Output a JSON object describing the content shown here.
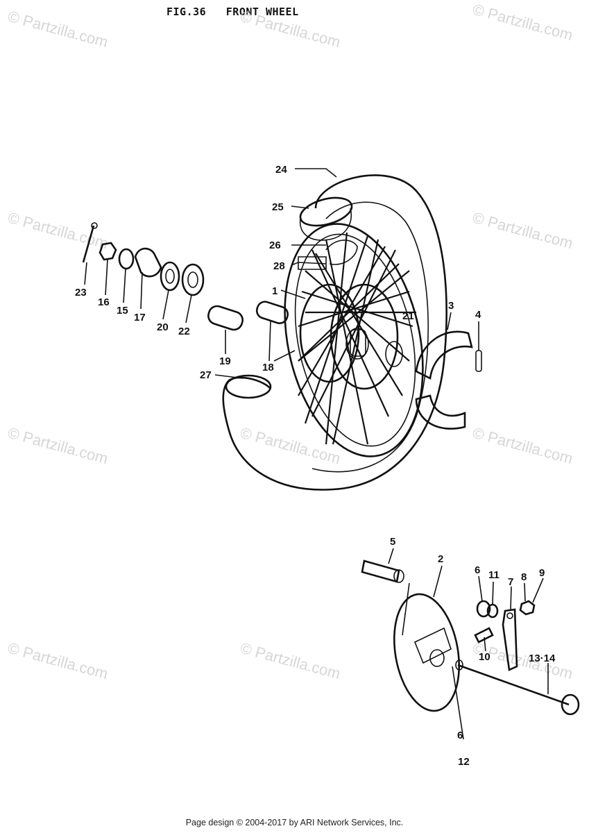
{
  "figure": {
    "title": "FIG.36   FRONT WHEEL"
  },
  "watermark": {
    "text": "© Partzilla.com"
  },
  "callouts": {
    "c1": "1",
    "c2": "2",
    "c3": "3",
    "c4": "4",
    "c5": "5",
    "c6": "6",
    "c6b": "6",
    "c7": "7",
    "c8": "8",
    "c9": "9",
    "c10": "10",
    "c11": "11",
    "c12": "12",
    "c13_14": "13·14",
    "c15": "15",
    "c16": "16",
    "c17": "17",
    "c18": "18",
    "c19": "19",
    "c20": "20",
    "c21": "21",
    "c22": "22",
    "c23": "23",
    "c24": "24",
    "c25": "25",
    "c26": "26",
    "c27": "27",
    "c28": "28"
  },
  "footer": {
    "copyright": "Page design © 2004-2017 by ARI Network Services, Inc."
  }
}
